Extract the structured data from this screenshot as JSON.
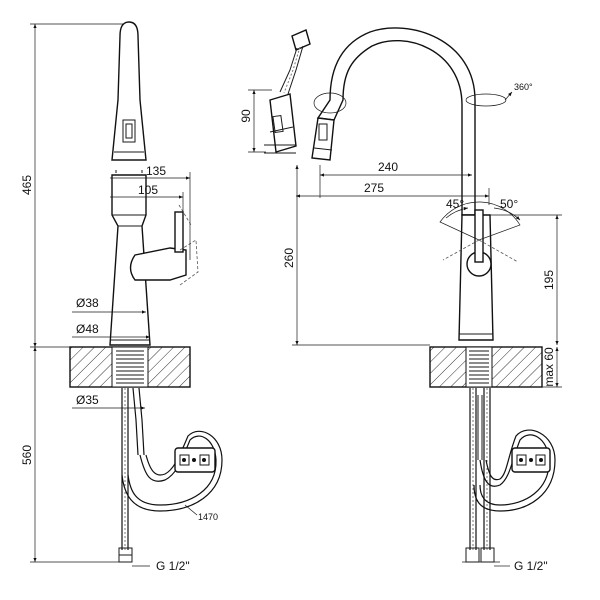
{
  "dimensions": {
    "total_height": "465",
    "below_counter": "560",
    "reach_135": "135",
    "reach_105": "105",
    "dia_38": "Ø38",
    "dia_48": "Ø48",
    "dia_35": "Ø35",
    "hose_length": "1470",
    "thread_left": "G 1/2\"",
    "spray_90": "90",
    "reach_240": "240",
    "reach_275": "275",
    "rotation": "360°",
    "angle_45": "45°",
    "angle_50": "50°",
    "height_260": "260",
    "height_195": "195",
    "max_60": "max 60",
    "thread_right": "G 1/2\""
  }
}
